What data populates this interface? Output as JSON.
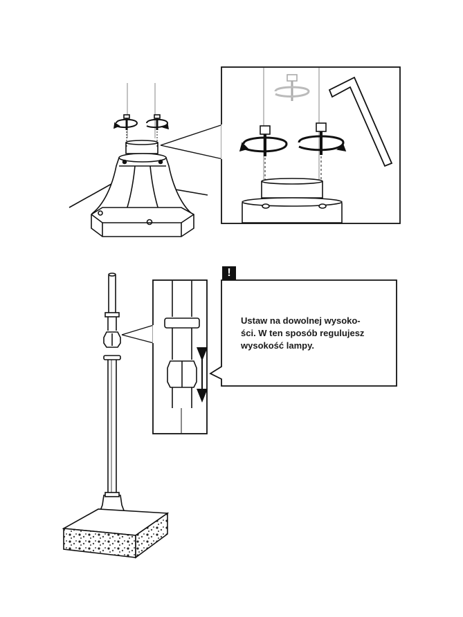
{
  "warning": {
    "badge": "!",
    "lines": [
      "Ustaw na dowolnej wysoko-",
      "ści. W ten sposób regulujesz",
      "wysokość lampy."
    ]
  }
}
